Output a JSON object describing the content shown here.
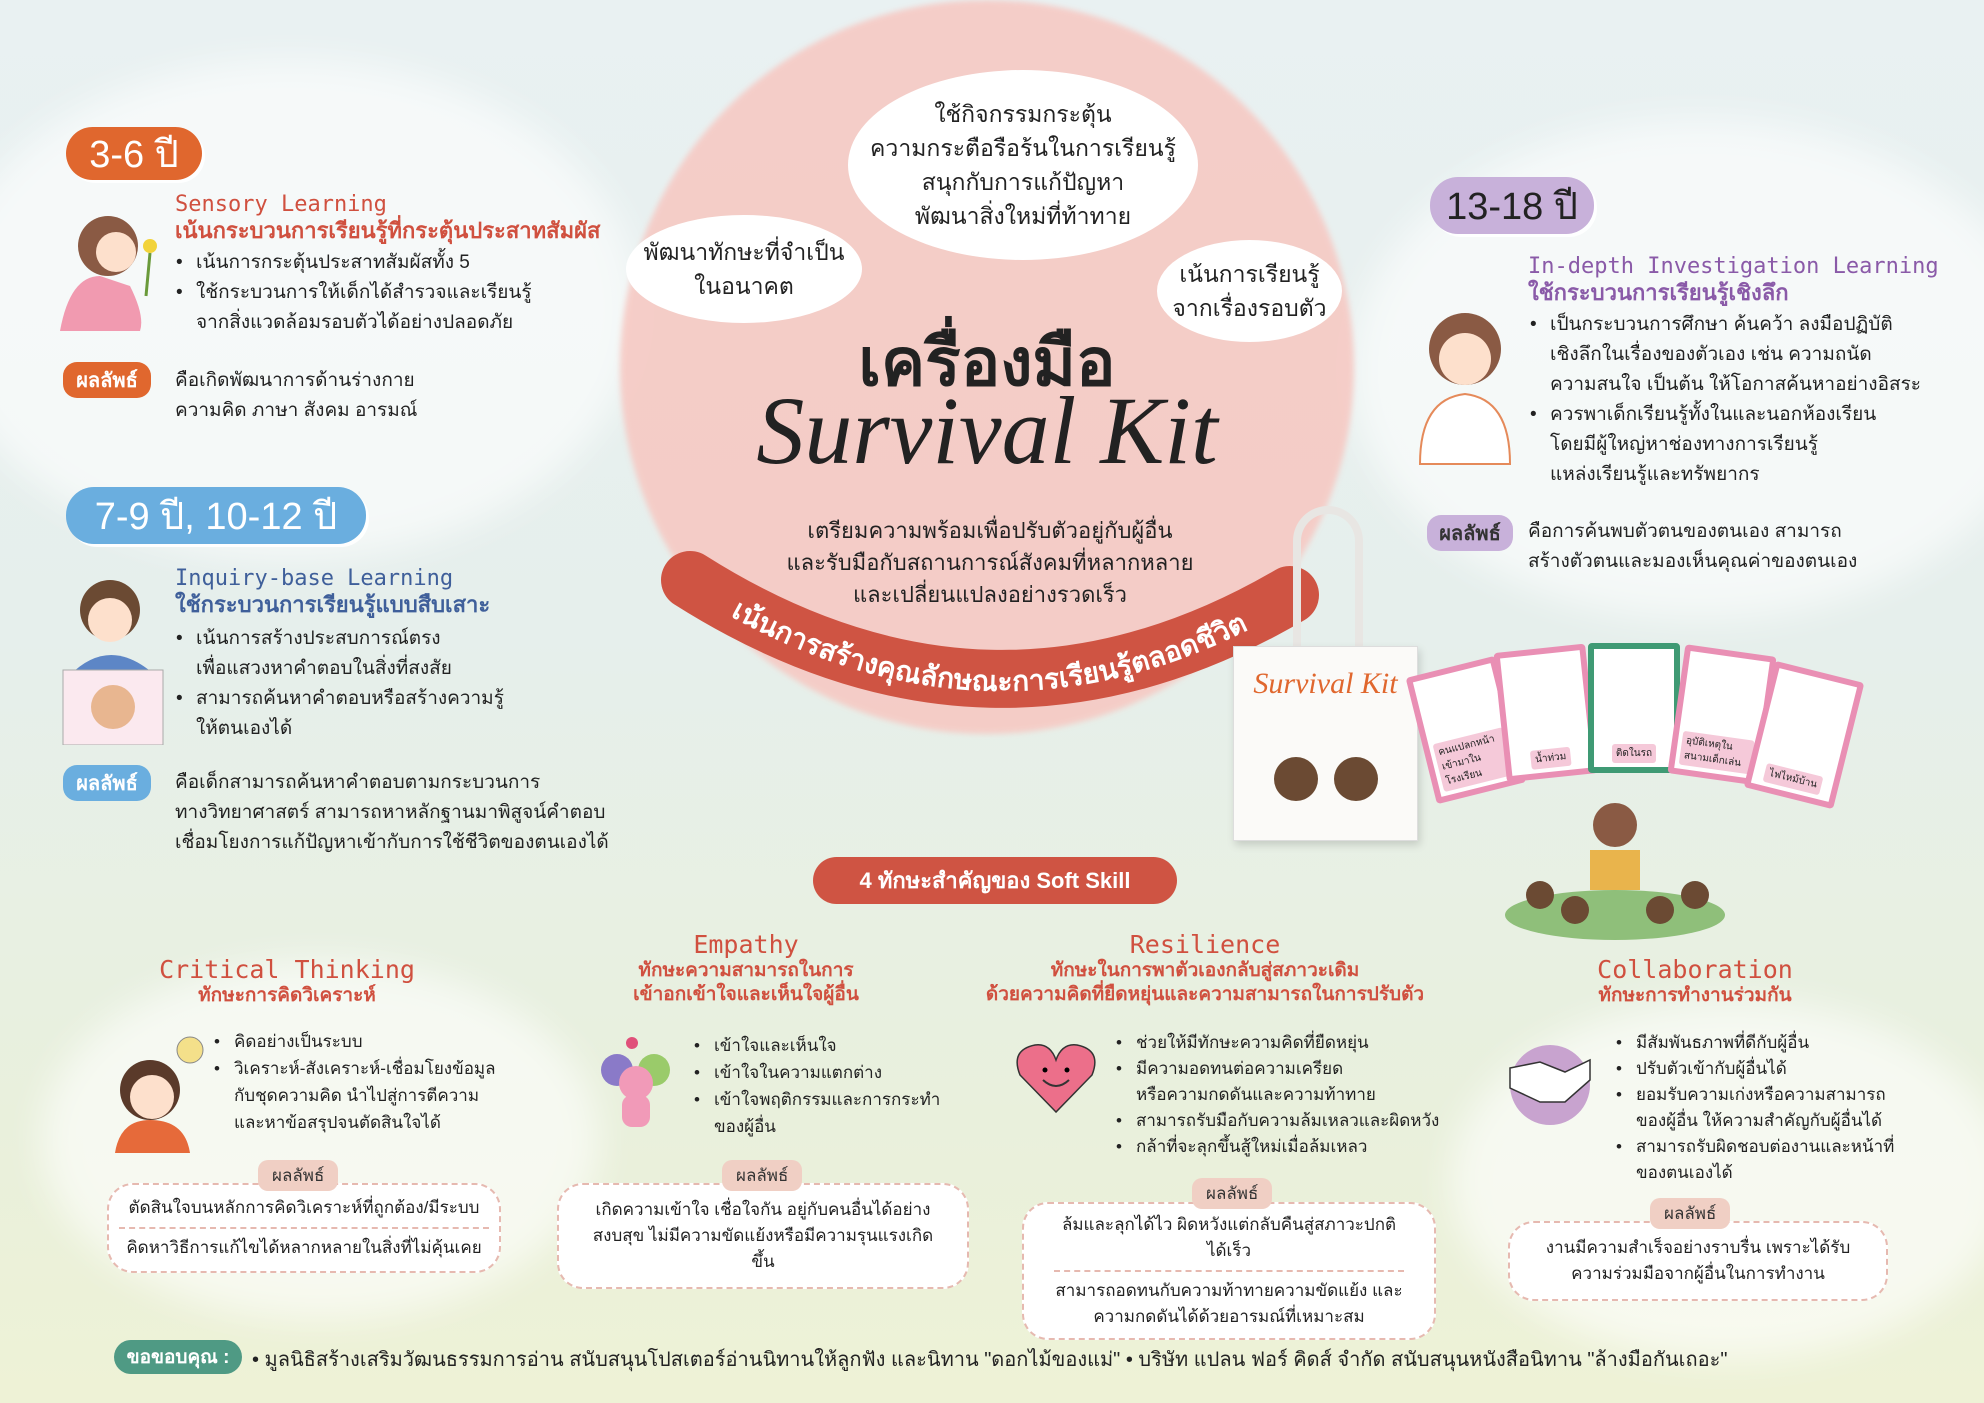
{
  "colors": {
    "orange": "#e0672e",
    "blue": "#6aaedf",
    "purple": "#c8b1da",
    "red": "#cf5443",
    "green": "#4f9a84",
    "pink_circle": "#f7c7c1"
  },
  "center": {
    "title_th": "เครื่องมือ",
    "title_en": "Survival Kit",
    "bubbles": [
      [
        "ใช้กิจกรรมกระตุ้น",
        "ความกระตือรือร้นในการเรียนรู้",
        "สนุกกับการแก้ปัญหา",
        "พัฒนาสิ่งใหม่ที่ท้าทาย"
      ],
      [
        "พัฒนาทักษะที่จำเป็น",
        "ในอนาคต"
      ],
      [
        "เน้นการเรียนรู้",
        "จากเรื่องรอบตัว"
      ]
    ],
    "description": [
      "เตรียมความพร้อมเพื่อปรับตัวอยู่กับผู้อื่น",
      "และรับมือกับสถานการณ์สังคมที่หลากหลาย",
      "และเปลี่ยนแปลงอย่างรวดเร็ว"
    ],
    "banner": "เน้นการสร้างคุณลักษณะการเรียนรู้ตลอดชีวิต"
  },
  "age_groups": [
    {
      "age": "3-6 ปี",
      "title_en": "Sensory Learning",
      "title_th": "เน้นกระบวนการเรียนรู้ที่กระตุ้นประสาทสัมผัส",
      "bullets": [
        "เน้นการกระตุ้นประสาทสัมผัสทั้ง 5",
        "ใช้กระบวนการให้เด็กได้สำรวจและเรียนรู้",
        "จากสิ่งแวดล้อมรอบตัวได้อย่างปลอดภัย"
      ],
      "result_label": "ผลลัพธ์",
      "result": [
        "คือเกิดพัฒนาการด้านร่างกาย",
        "ความคิด ภาษา สังคม อารมณ์"
      ]
    },
    {
      "age": "7-9 ปี, 10-12 ปี",
      "title_en": "Inquiry-base Learning",
      "title_th": "ใช้กระบวนการเรียนรู้แบบสืบเสาะ",
      "bullets": [
        "เน้นการสร้างประสบการณ์ตรง",
        "เพื่อแสวงหาคำตอบในสิ่งที่สงสัย",
        "สามารถค้นหาคำตอบหรือสร้างความรู้",
        "ให้ตนเองได้"
      ],
      "result_label": "ผลลัพธ์",
      "result": [
        "คือเด็กสามารถค้นหาคำตอบตามกระบวนการ",
        "ทางวิทยาศาสตร์ สามารถหาหลักฐานมาพิสูจน์คำตอบ",
        "เชื่อมโยงการแก้ปัญหาเข้ากับการใช้ชีวิตของตนเองได้"
      ]
    },
    {
      "age": "13-18 ปี",
      "title_en": "In-depth Investigation Learning",
      "title_th": "ใช้กระบวนการเรียนรู้เชิงลึก",
      "bullets": [
        "เป็นกระบวนการศึกษา ค้นคว้า ลงมือปฏิบัติ",
        "เชิงลึกในเรื่องของตัวเอง เช่น ความถนัด",
        "ความสนใจ เป็นต้น ให้โอกาสค้นหาอย่างอิสระ",
        "ควรพาเด็กเรียนรู้ทั้งในและนอกห้องเรียน",
        "โดยมีผู้ใหญ่หาช่องทางการเรียนรู้",
        "แหล่งเรียนรู้และทรัพยากร"
      ],
      "result_label": "ผลลัพธ์",
      "result": [
        "คือการค้นพบตัวตนของตนเอง สามารถ",
        "สร้างตัวตนและมองเห็นคุณค่าของตนเอง"
      ]
    }
  ],
  "kit": {
    "bag_label": "Survival Kit",
    "cards": [
      "คนแปลกหน้าเข้ามาในโรงเรียน",
      "น้ำท่วม",
      "ติดในรถ",
      "อุบัติเหตุในสนามเด็กเล่น",
      "ไฟไหม้บ้าน"
    ]
  },
  "soft_skills": {
    "heading": "4 ทักษะสำคัญของ Soft Skill",
    "result_label": "ผลลัพธ์",
    "items": [
      {
        "en": "Critical Thinking",
        "th": [
          "ทักษะการคิดวิเคราะห์"
        ],
        "icon": "lightbulb-girl-icon",
        "bullets": [
          "คิดอย่างเป็นระบบ",
          "วิเคราะห์-สังเคราะห์-เชื่อมโยงข้อมูล",
          "กับชุดความคิด นำไปสู่การตีความ",
          "และหาข้อสรุปจนตัดสินใจได้"
        ],
        "results": [
          "ตัดสินใจบนหลักการคิดวิเคราะห์ที่ถูกต้อง/มีระบบ",
          "คิดหาวิธีการแก้ไขได้หลากหลายในสิ่งที่ไม่คุ้นเคย"
        ]
      },
      {
        "en": "Empathy",
        "th": [
          "ทักษะความสามารถในการ",
          "เข้าอกเข้าใจและเห็นใจผู้อื่น"
        ],
        "icon": "friends-icon",
        "bullets": [
          "เข้าใจและเห็นใจ",
          "เข้าใจในความแตกต่าง",
          "เข้าใจพฤติกรรมและการกระทำ",
          "ของผู้อื่น"
        ],
        "results": [
          "เกิดความเข้าใจ เชื่อใจกัน อยู่กับคนอื่นได้อย่างสงบสุข ไม่มีความขัดแย้งหรือมีความรุนแรงเกิดขึ้น"
        ]
      },
      {
        "en": "Resilience",
        "th": [
          "ทักษะในการพาตัวเองกลับสู่สภาวะเดิม",
          "ด้วยความคิดที่ยืดหยุ่นและความสามารถในการปรับตัว"
        ],
        "icon": "smiling-heart-icon",
        "bullets": [
          "ช่วยให้มีทักษะความคิดที่ยืดหยุ่น",
          "มีความอดทนต่อความเครียด",
          "หรือความกดดันและความท้าทาย",
          "สามารถรับมือกับความล้มเหลวและผิดหวัง",
          "กล้าที่จะลุกขึ้นสู้ใหม่เมื่อล้มเหลว"
        ],
        "results": [
          "ล้มและลุกได้ไว ผิดหวังแต่กลับคืนสู่สภาวะปกติได้เร็ว",
          "สามารถอดทนกับความท้าทายความขัดแย้ง และความกดดันได้ด้วยอารมณ์ที่เหมาะสม"
        ]
      },
      {
        "en": "Collaboration",
        "th": [
          "ทักษะการทำงานร่วมกัน"
        ],
        "icon": "handshake-icon",
        "bullets": [
          "มีสัมพันธภาพที่ดีกับผู้อื่น",
          "ปรับตัวเข้ากับผู้อื่นได้",
          "ยอมรับความเก่งหรือความสามารถ",
          "ของผู้อื่น ให้ความสำคัญกับผู้อื่นได้",
          "สามารถรับผิดชอบต่องานและหน้าที่",
          "ของตนเองได้"
        ],
        "results": [
          "งานมีความสำเร็จอย่างราบรื่น เพราะได้รับความร่วมมือจากผู้อื่นในการทำงาน"
        ]
      }
    ]
  },
  "footer": {
    "label": "ขอขอบคุณ :",
    "text": "• มูลนิธิสร้างเสริมวัฒนธรรมการอ่าน สนับสนุนโปสเตอร์อ่านนิทานให้ลูกฟัง และนิทาน \"ดอกไม้ของแม่\" • บริษัท แปลน ฟอร์ คิดส์ จำกัด สนับสนุนหนังสือนิทาน \"ล้างมือกันเถอะ\""
  }
}
